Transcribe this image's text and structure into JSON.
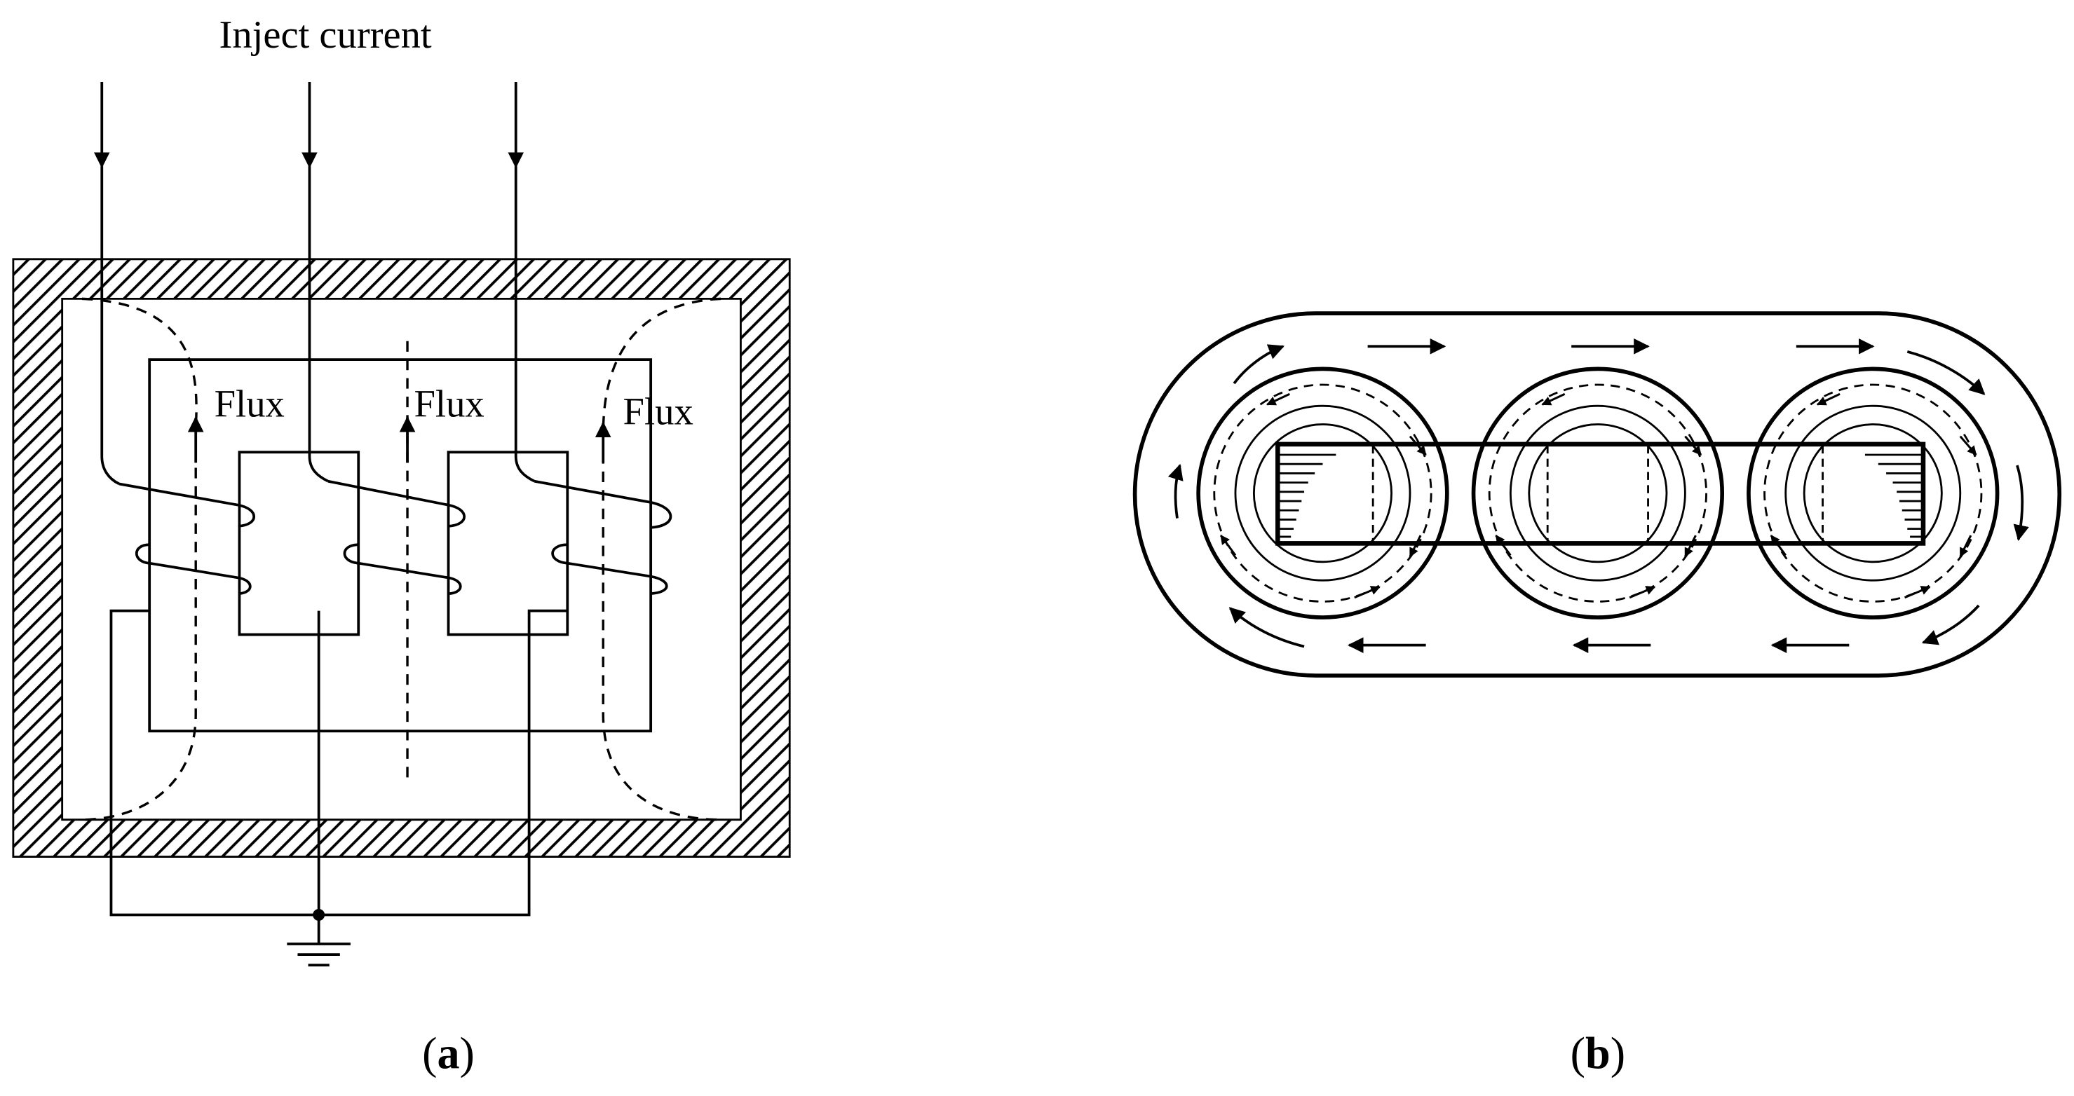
{
  "panel_a": {
    "title": "Inject current",
    "flux_labels": [
      "Flux",
      "Flux",
      "Flux"
    ],
    "caption_open": "(",
    "caption_letter": "a",
    "caption_close": ")"
  },
  "panel_b": {
    "caption_open": "(",
    "caption_letter": "b",
    "caption_close": ")"
  },
  "colors": {
    "line": "#000000",
    "background": "#ffffff"
  }
}
